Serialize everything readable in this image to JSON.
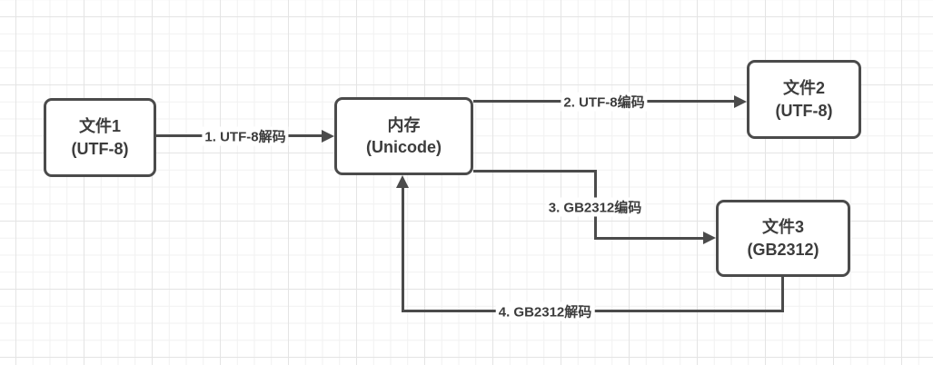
{
  "diagram": {
    "title": "file-encoding-conversion-flow",
    "colors": {
      "line": "#4b4b4b",
      "text": "#3c3c3c",
      "background": "#ffffff",
      "grid_minor": "#f1f1f1",
      "grid_major": "#e4e4e4"
    },
    "nodes": [
      {
        "id": "file1",
        "line1": "文件1",
        "line2": "(UTF-8)"
      },
      {
        "id": "memory",
        "line1": "内存",
        "line2": "(Unicode)"
      },
      {
        "id": "file2",
        "line1": "文件2",
        "line2": "(UTF-8)"
      },
      {
        "id": "file3",
        "line1": "文件3",
        "line2": "(GB2312)"
      }
    ],
    "edges": [
      {
        "id": "edge1",
        "from": "file1",
        "to": "memory",
        "label": "1. UTF-8解码"
      },
      {
        "id": "edge2",
        "from": "memory",
        "to": "file2",
        "label": "2. UTF-8编码"
      },
      {
        "id": "edge3",
        "from": "memory",
        "to": "file3",
        "label": "3. GB2312编码"
      },
      {
        "id": "edge4",
        "from": "file3",
        "to": "memory",
        "label": "4. GB2312解码"
      }
    ]
  }
}
